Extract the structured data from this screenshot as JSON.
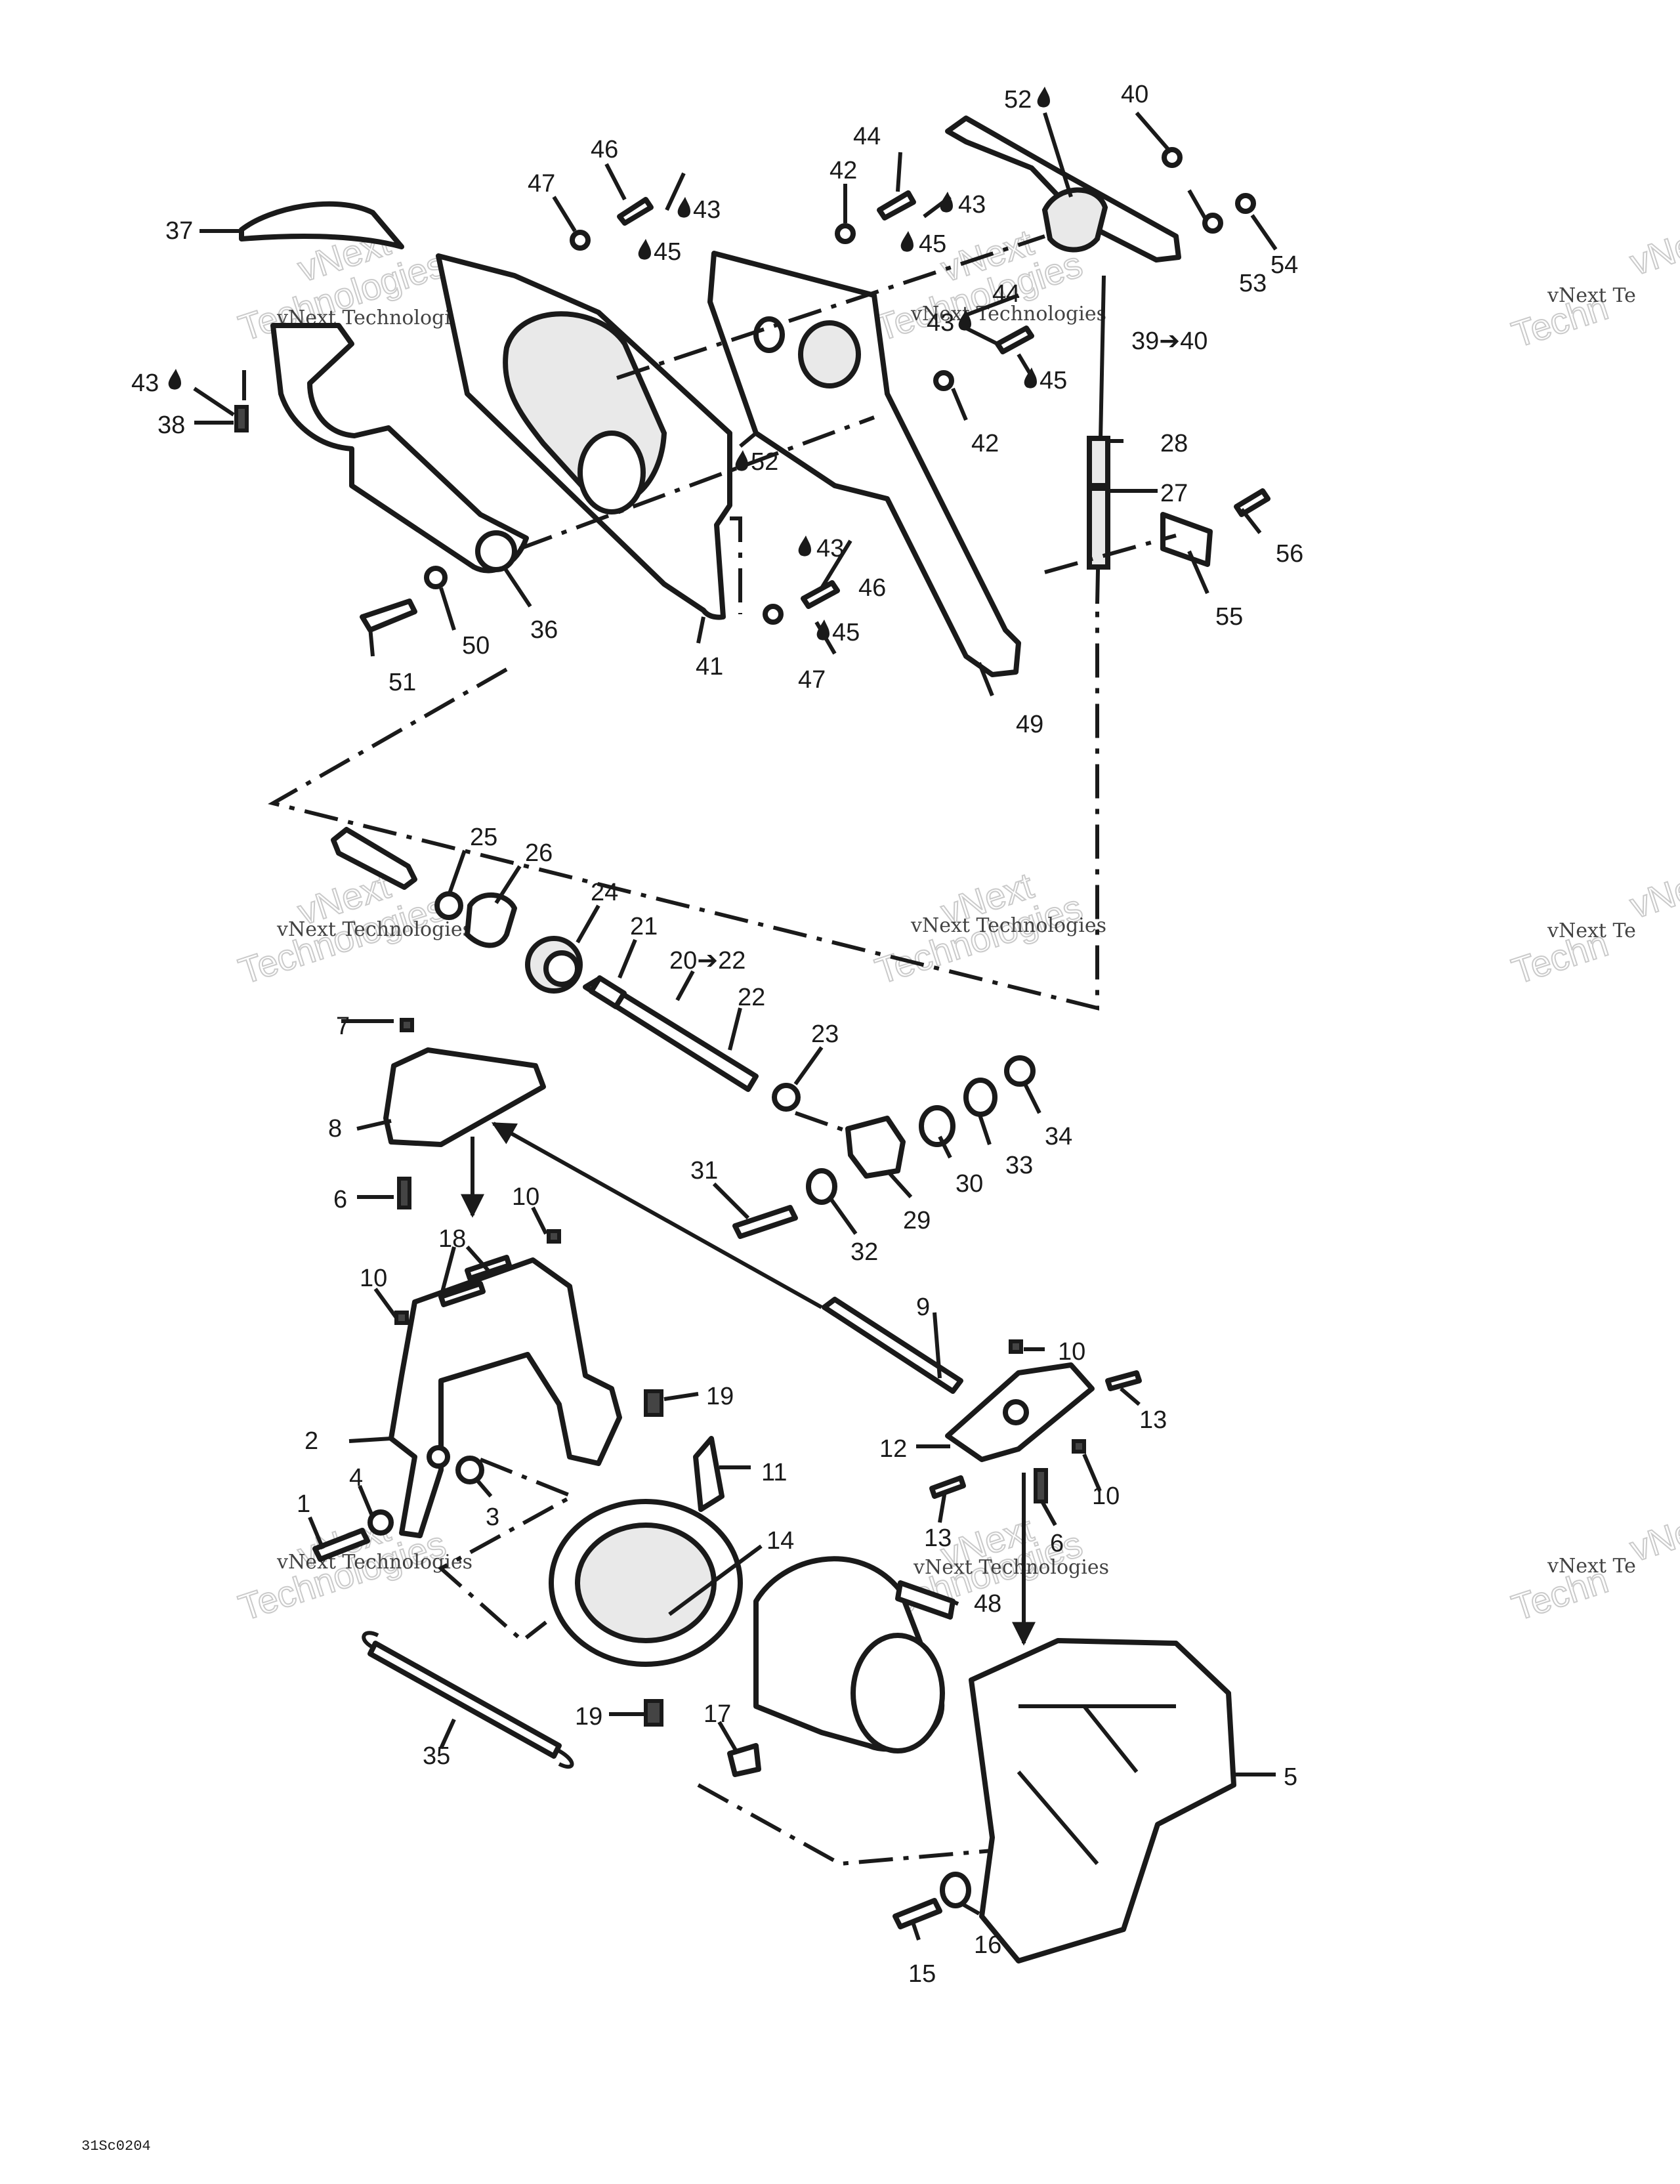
{
  "diagram_code": "31Sc0204",
  "watermark": {
    "line1": "vNext",
    "line2": "vNext Technologies",
    "line3": "Technologies",
    "edge_a": "vNe",
    "edge_b": "vNext Te",
    "edge_c": "Techn"
  },
  "callouts": {
    "c1": "1",
    "c2": "2",
    "c3": "3",
    "c4": "4",
    "c5": "5",
    "c6": "6",
    "c6b": "6",
    "c7": "7",
    "c8": "8",
    "c9": "9",
    "c10a": "10",
    "c10b": "10",
    "c10c": "10",
    "c10d": "10",
    "c11": "11",
    "c12": "12",
    "c13a": "13",
    "c13b": "13",
    "c14": "14",
    "c15": "15",
    "c16": "16",
    "c17": "17",
    "c18": "18",
    "c19a": "19",
    "c19b": "19",
    "c20": "20➔22",
    "c21": "21",
    "c22": "22",
    "c23": "23",
    "c24": "24",
    "c25": "25",
    "c26": "26",
    "c27": "27",
    "c28": "28",
    "c29": "29",
    "c30": "30",
    "c31": "31",
    "c32": "32",
    "c33": "33",
    "c34": "34",
    "c35": "35",
    "c36": "36",
    "c37": "37",
    "c38": "38",
    "c39": "39➔40",
    "c40": "40",
    "c41": "41",
    "c42a": "42",
    "c42b": "42",
    "c43a": "43",
    "c43b": "43",
    "c43c": "43",
    "c43d": "43",
    "c43e": "43",
    "c44a": "44",
    "c44b": "44",
    "c45a": "45",
    "c45b": "45",
    "c45c": "45",
    "c45d": "45",
    "c46a": "46",
    "c46b": "46",
    "c47a": "47",
    "c47b": "47",
    "c48": "48",
    "c49": "49",
    "c50": "50",
    "c51": "51",
    "c52a": "52",
    "c52b": "52",
    "c53": "53",
    "c54": "54",
    "c55": "55",
    "c56": "56"
  }
}
